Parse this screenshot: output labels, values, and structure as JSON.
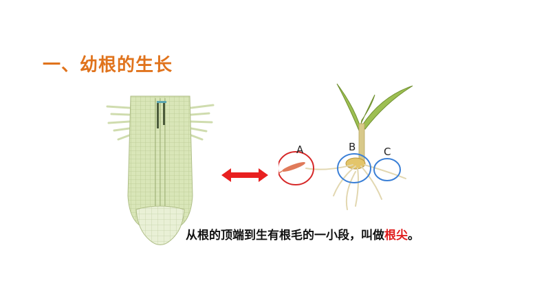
{
  "title": "一、幼根的生长",
  "labels": {
    "a": "A",
    "b": "B",
    "c": "C"
  },
  "caption": {
    "prefix": "从根的顶端到生有根毛的一小段，叫做",
    "highlight": "根尖",
    "suffix": "。"
  },
  "colors": {
    "title": "#e0731c",
    "highlight": "#e01c1c",
    "circle_a": "#d62828",
    "circle_bc": "#3a7fd6",
    "arrow": "#e82020"
  }
}
